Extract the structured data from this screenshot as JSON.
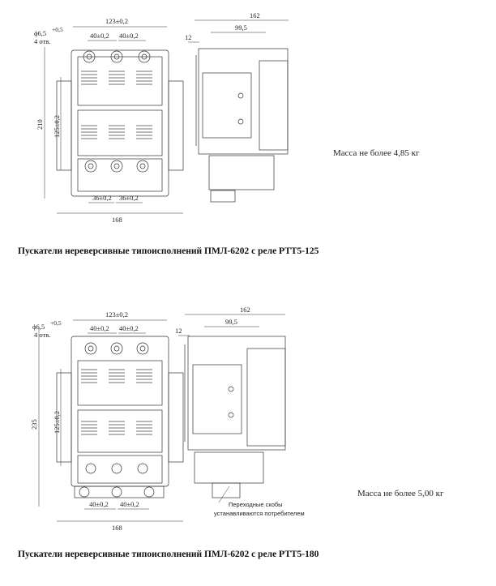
{
  "figure1": {
    "dims": {
      "width_top": "123±0,2",
      "pitch_a": "40±0,2",
      "pitch_b": "40±0,2",
      "hole": "ϕ6,5",
      "hole_tol": "+0,5",
      "holes_count": "4 отв.",
      "vertical_inner": "125±0,2",
      "height": "210",
      "bottom_a": "36±0,2",
      "bottom_b": "36±0,2",
      "width_bottom": "168",
      "side_total": "162",
      "side_mid": "99,5",
      "side_offset": "12"
    },
    "mass": "Масса не более 4,85 кг",
    "caption": "Пускатели нереверсивные типоисполнений ПМЛ-6202 с реле РТТ5-125"
  },
  "figure2": {
    "dims": {
      "width_top": "123±0,2",
      "pitch_a": "40±0,2",
      "pitch_b": "40±0,2",
      "hole": "ϕ6,5",
      "hole_tol": "+0,5",
      "holes_count": "4 отв.",
      "vertical_inner": "125±0,2",
      "height": "235",
      "bottom_a": "40±0,2",
      "bottom_b": "40±0,2",
      "width_bottom": "168",
      "side_total": "162",
      "side_mid": "99,5",
      "side_offset": "12"
    },
    "note_line1": "Переходные скобы",
    "note_line2": "устанавливаются потребителем",
    "mass": "Масса не более 5,00 кг",
    "caption": "Пускатели нереверсивные типоисполнений ПМЛ-6202 с реле РТТ5-180"
  }
}
